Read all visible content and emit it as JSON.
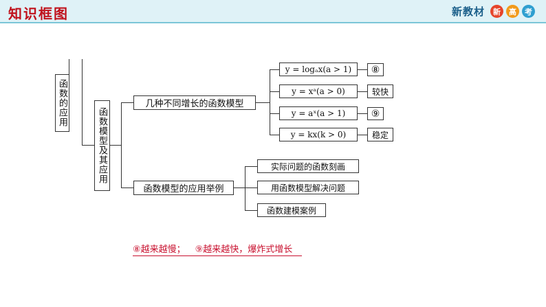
{
  "header": {
    "title": "知识框图",
    "brand_text": "新教材",
    "badges": [
      "新",
      "高",
      "考"
    ],
    "accent_color": "#c0121c",
    "bar_color": "#dff2f7"
  },
  "diagram": {
    "root": "函数的应用",
    "level2": "函数模型及其应用",
    "branch_a": "几种不同增长的函数模型",
    "branch_b": "函数模型的应用举例",
    "models": [
      {
        "formula": "y = logₐx(a > 1)",
        "result": "⑧"
      },
      {
        "formula": "y = xᵃ(a > 0)",
        "result": "较快"
      },
      {
        "formula": "y = aˣ(a > 1)",
        "result": "⑨"
      },
      {
        "formula": "y = kx(k > 0)",
        "result": "稳定"
      }
    ],
    "examples": [
      "实际问题的函数刻画",
      "用函数模型解决问题",
      "函数建模案例"
    ]
  },
  "footnote": {
    "item1": "⑧越来越慢；",
    "item2": "⑨越来越快，爆炸式增长"
  }
}
